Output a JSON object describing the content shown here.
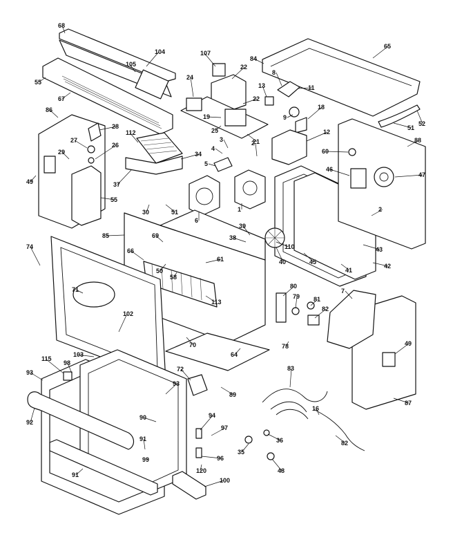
{
  "diagram": {
    "callouts": [
      {
        "id": "c68",
        "label": "68"
      },
      {
        "id": "c104",
        "label": "104"
      },
      {
        "id": "c107",
        "label": "107"
      },
      {
        "id": "c84",
        "label": "84"
      },
      {
        "id": "c65",
        "label": "65"
      },
      {
        "id": "c105",
        "label": "105"
      },
      {
        "id": "c22a",
        "label": "22"
      },
      {
        "id": "c55a",
        "label": "55"
      },
      {
        "id": "c67",
        "label": "67"
      },
      {
        "id": "c24",
        "label": "24"
      },
      {
        "id": "c13",
        "label": "13"
      },
      {
        "id": "c8",
        "label": "8"
      },
      {
        "id": "c11",
        "label": "11"
      },
      {
        "id": "c22b",
        "label": "22"
      },
      {
        "id": "c9",
        "label": "9"
      },
      {
        "id": "c18",
        "label": "18"
      },
      {
        "id": "c86",
        "label": "86"
      },
      {
        "id": "c19",
        "label": "19"
      },
      {
        "id": "c25",
        "label": "25"
      },
      {
        "id": "c21",
        "label": "21"
      },
      {
        "id": "c51a",
        "label": "51"
      },
      {
        "id": "c52",
        "label": "52"
      },
      {
        "id": "c28",
        "label": "28"
      },
      {
        "id": "c112",
        "label": "112"
      },
      {
        "id": "c3",
        "label": "3"
      },
      {
        "id": "c12",
        "label": "12"
      },
      {
        "id": "c88",
        "label": "88"
      },
      {
        "id": "c27",
        "label": "27"
      },
      {
        "id": "c26",
        "label": "26"
      },
      {
        "id": "c4",
        "label": "4"
      },
      {
        "id": "c2a",
        "label": "2"
      },
      {
        "id": "c60",
        "label": "60"
      },
      {
        "id": "c29",
        "label": "29"
      },
      {
        "id": "c34",
        "label": "34"
      },
      {
        "id": "c5",
        "label": "5"
      },
      {
        "id": "c46",
        "label": "46"
      },
      {
        "id": "c47",
        "label": "47"
      },
      {
        "id": "c49a",
        "label": "49"
      },
      {
        "id": "c37",
        "label": "37"
      },
      {
        "id": "c55b",
        "label": "55"
      },
      {
        "id": "c30",
        "label": "30"
      },
      {
        "id": "c51b",
        "label": "51"
      },
      {
        "id": "c6",
        "label": "6"
      },
      {
        "id": "c1",
        "label": "1"
      },
      {
        "id": "c2b",
        "label": "2"
      },
      {
        "id": "c85",
        "label": "85"
      },
      {
        "id": "c39",
        "label": "39"
      },
      {
        "id": "c69",
        "label": "69"
      },
      {
        "id": "c38",
        "label": "38"
      },
      {
        "id": "c110",
        "label": "110"
      },
      {
        "id": "c43",
        "label": "43"
      },
      {
        "id": "c74",
        "label": "74"
      },
      {
        "id": "c66",
        "label": "66"
      },
      {
        "id": "c61",
        "label": "61"
      },
      {
        "id": "c40",
        "label": "40"
      },
      {
        "id": "c45",
        "label": "45"
      },
      {
        "id": "c41",
        "label": "41"
      },
      {
        "id": "c42",
        "label": "42"
      },
      {
        "id": "c50",
        "label": "50"
      },
      {
        "id": "c58",
        "label": "58"
      },
      {
        "id": "c71",
        "label": "71"
      },
      {
        "id": "c113",
        "label": "113"
      },
      {
        "id": "c80",
        "label": "80"
      },
      {
        "id": "c7",
        "label": "7"
      },
      {
        "id": "c79",
        "label": "79"
      },
      {
        "id": "c81",
        "label": "81"
      },
      {
        "id": "c102",
        "label": "102"
      },
      {
        "id": "c82a",
        "label": "82"
      },
      {
        "id": "c78",
        "label": "78"
      },
      {
        "id": "c70",
        "label": "70"
      },
      {
        "id": "c49b",
        "label": "49"
      },
      {
        "id": "c103",
        "label": "103"
      },
      {
        "id": "c64",
        "label": "64"
      },
      {
        "id": "c115",
        "label": "115"
      },
      {
        "id": "c98",
        "label": "98"
      },
      {
        "id": "c72",
        "label": "72"
      },
      {
        "id": "c93a",
        "label": "93"
      },
      {
        "id": "c83",
        "label": "83"
      },
      {
        "id": "c93b",
        "label": "93"
      },
      {
        "id": "c89",
        "label": "89"
      },
      {
        "id": "c87",
        "label": "87"
      },
      {
        "id": "c92",
        "label": "92"
      },
      {
        "id": "c90",
        "label": "90"
      },
      {
        "id": "c94",
        "label": "94"
      },
      {
        "id": "c97",
        "label": "97"
      },
      {
        "id": "c16",
        "label": "16"
      },
      {
        "id": "c82b",
        "label": "82"
      },
      {
        "id": "c91a",
        "label": "91"
      },
      {
        "id": "c99",
        "label": "99"
      },
      {
        "id": "c36",
        "label": "36"
      },
      {
        "id": "c35",
        "label": "35"
      },
      {
        "id": "c96",
        "label": "96"
      },
      {
        "id": "c48",
        "label": "48"
      },
      {
        "id": "c120",
        "label": "120"
      },
      {
        "id": "c91b",
        "label": "91"
      },
      {
        "id": "c100",
        "label": "100"
      }
    ]
  }
}
